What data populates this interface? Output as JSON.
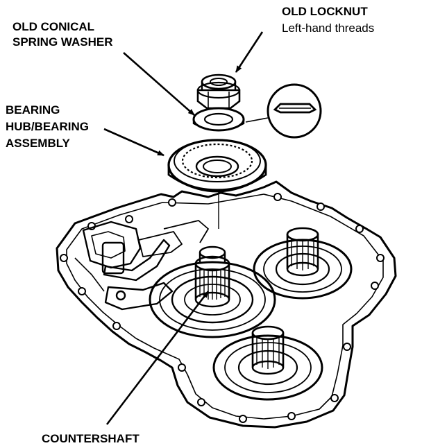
{
  "labels": {
    "washer_line1": "OLD CONICAL",
    "washer_line2": "SPRING WASHER",
    "locknut": "OLD LOCKNUT",
    "locknut_note": "Left-hand threads",
    "bearing_line1": "BEARING",
    "bearing_line2": "HUB/BEARING",
    "bearing_line3": "ASSEMBLY",
    "countershaft": "COUNTERSHAFT"
  },
  "colors": {
    "ink": "#000000",
    "paper": "#ffffff"
  }
}
